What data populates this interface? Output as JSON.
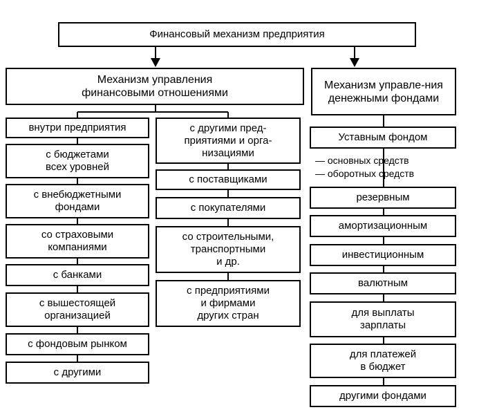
{
  "top": "Финансовый механизм предприятия",
  "left_header": "Механизм управления\nфинансовыми отношениями",
  "right_header": "Механизм управле-ния\nденежными фондами",
  "col1": [
    "внутри предприятия",
    "с бюджетами\nвсех уровней",
    "с внебюджетными\nфондами",
    "со страховыми\nкомпаниями",
    "с банками",
    "с вышестоящей\nорганизацией",
    "с фондовым рынком",
    "с другими"
  ],
  "col2": [
    "с другими пред-\nприятиями и орга-\nнизациями",
    "с поставщиками",
    "с покупателями",
    "со строительными,\nтранспортными\nи др.",
    "с предприятиями\nи фирмами\nдругих стран"
  ],
  "col3": {
    "charter": "Уставным фондом",
    "notes": [
      "— основных средств",
      "— оборотных средств"
    ],
    "items": [
      "резервным",
      "амортизационным",
      "инвестиционным",
      "валютным",
      "для выплаты\nзарплаты",
      "для платежей\nв бюджет",
      "другими фондами"
    ]
  }
}
